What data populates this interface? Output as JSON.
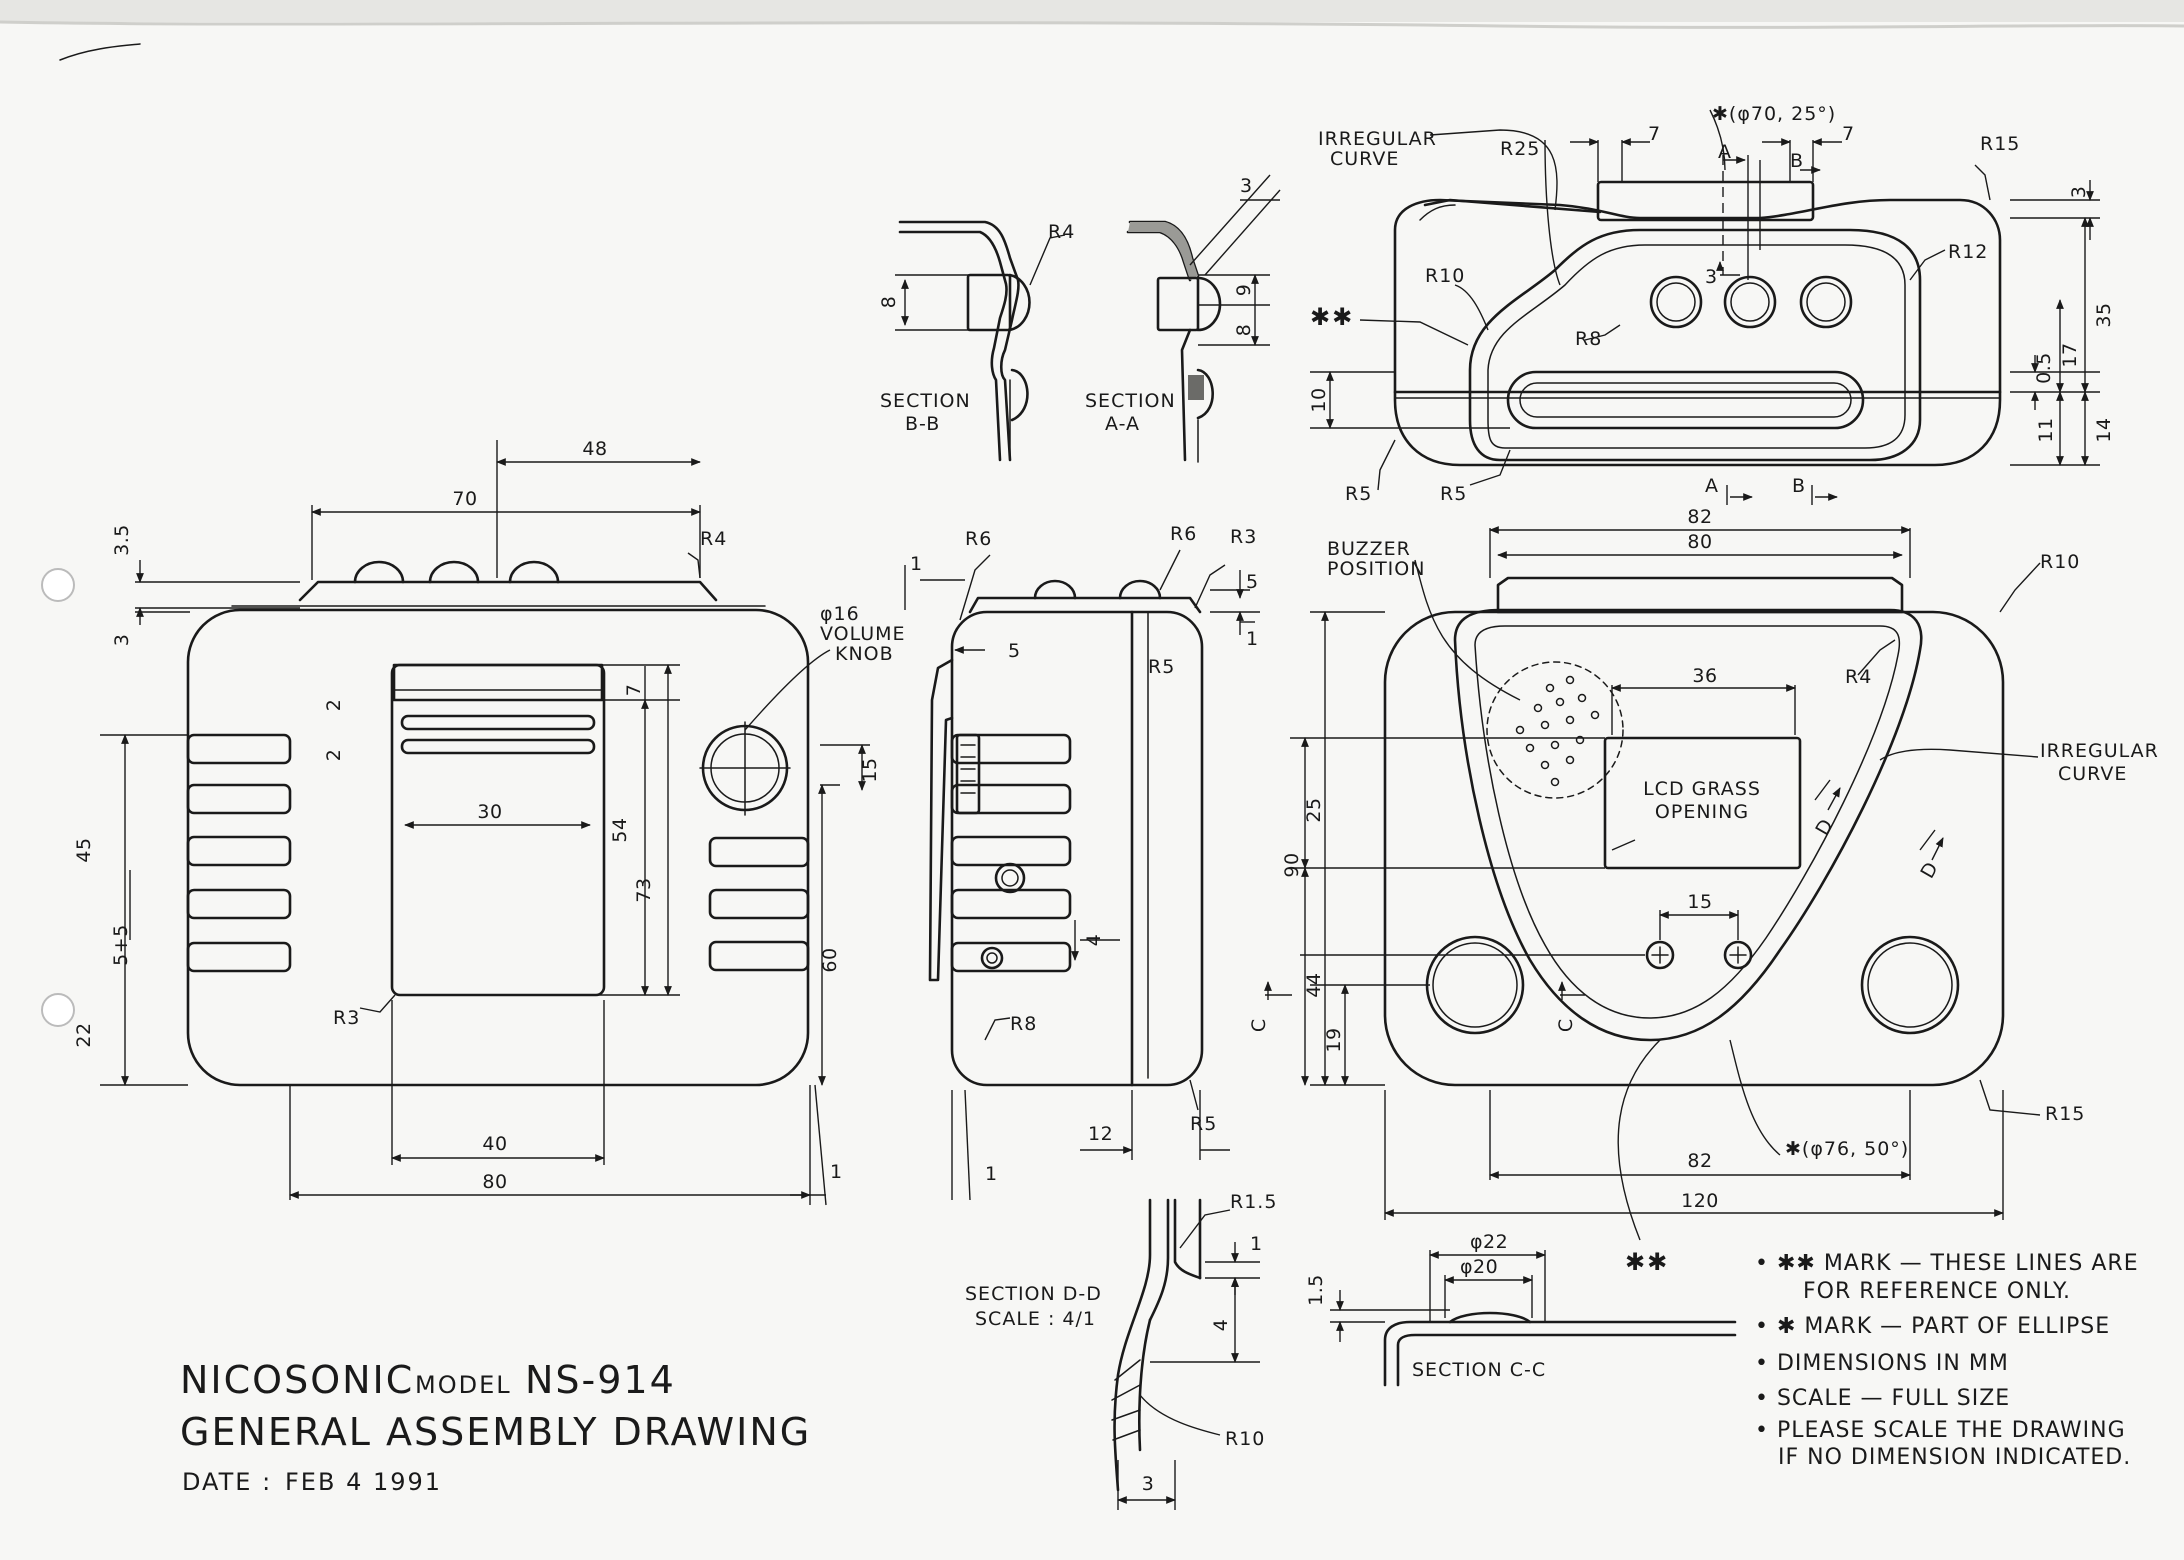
{
  "title": {
    "brand": "NICOSONIC",
    "model_prefix": "MODEL",
    "model": "NS-914",
    "subtitle": "GENERAL ASSEMBLY DRAWING",
    "date_label": "DATE :",
    "date": "FEB 4 1991"
  },
  "front_view": {
    "dims": {
      "d48": "48",
      "d70": "70",
      "d3_5": "3.5",
      "d3": "3",
      "d2a": "2",
      "d2b": "2",
      "d7": "7",
      "d30": "30",
      "d54": "54",
      "d73": "73",
      "d45": "45",
      "d5p5": "5+5",
      "d22": "22",
      "d15": "15",
      "d60": "60",
      "d40": "40",
      "d80": "80",
      "d1": "1"
    },
    "labels": {
      "r4": "R4",
      "r3": "R3",
      "knob_1": "φ16",
      "knob_2": "VOLUME",
      "knob_3": "KNOB"
    }
  },
  "side_view": {
    "dims": {
      "d1": "1",
      "d5": "5",
      "d5b": "5",
      "d1b": "1",
      "d4": "4",
      "d12": "12",
      "d1c": "1"
    },
    "labels": {
      "r6a": "R6",
      "r6b": "R6",
      "r3": "R3",
      "r5a": "R5",
      "r8": "R8",
      "r5b": "R5"
    }
  },
  "sections_ab": {
    "dims": {
      "d8a": "8",
      "d9": "9",
      "d8b": "8",
      "d3": "3"
    },
    "labels": {
      "r4": "R4",
      "bb_1": "SECTION",
      "bb_2": "B-B",
      "aa_1": "SECTION",
      "aa_2": "A-A"
    }
  },
  "top_view": {
    "dims": {
      "d7a": "7",
      "d7b": "7",
      "d3": "3",
      "d35": "35",
      "d17": "17",
      "d0_5": "0.5",
      "d11": "11",
      "d14": "14",
      "d10": "10",
      "d3b": "3"
    },
    "labels": {
      "curve_1": "IRREGULAR",
      "curve_2": "CURVE",
      "ellipse": "✱(φ70, 25°)",
      "r25": "R25",
      "r15": "R15",
      "r12": "R12",
      "r10": "R10",
      "r8": "R8",
      "r5a": "R5",
      "r5b": "R5",
      "ref": "✱✱",
      "a": "A",
      "b": "B",
      "a_bottom": "A",
      "b_bottom": "B"
    }
  },
  "back_view": {
    "dims": {
      "d82": "82",
      "d80": "80",
      "d36": "36",
      "d25": "25",
      "d90": "90",
      "d44": "44",
      "d19": "19",
      "d15": "15",
      "d82b": "82",
      "d120": "120"
    },
    "labels": {
      "buzzer_1": "BUZZER",
      "buzzer_2": "POSITION",
      "r10": "R10",
      "r4": "R4",
      "curve_1": "IRREGULAR",
      "curve_2": "CURVE",
      "lcd_1": "LCD GRASS",
      "lcd_2": "OPENING",
      "r15": "R15",
      "ellipse": "✱(φ76, 50°)",
      "c1": "C",
      "c2": "C",
      "d1": "D",
      "d2": "D",
      "ref": "✱✱"
    }
  },
  "section_dd": {
    "title_1": "SECTION  D-D",
    "title_2": "SCALE : 4/1",
    "labels": {
      "r1_5": "R1.5",
      "r10": "R10"
    },
    "dims": {
      "d1": "1",
      "d4": "4",
      "d3": "3"
    }
  },
  "section_cc": {
    "title": "SECTION  C-C",
    "dims": {
      "d22": "φ22",
      "d20": "φ20",
      "d1_5": "1.5"
    }
  },
  "notes": [
    "• ✱✱ MARK — THESE LINES ARE",
    "FOR REFERENCE ONLY.",
    "• ✱ MARK — PART OF ELLIPSE",
    "• DIMENSIONS IN MM",
    "• SCALE — FULL SIZE",
    "• PLEASE SCALE THE DRAWING",
    "IF NO DIMENSION INDICATED."
  ]
}
